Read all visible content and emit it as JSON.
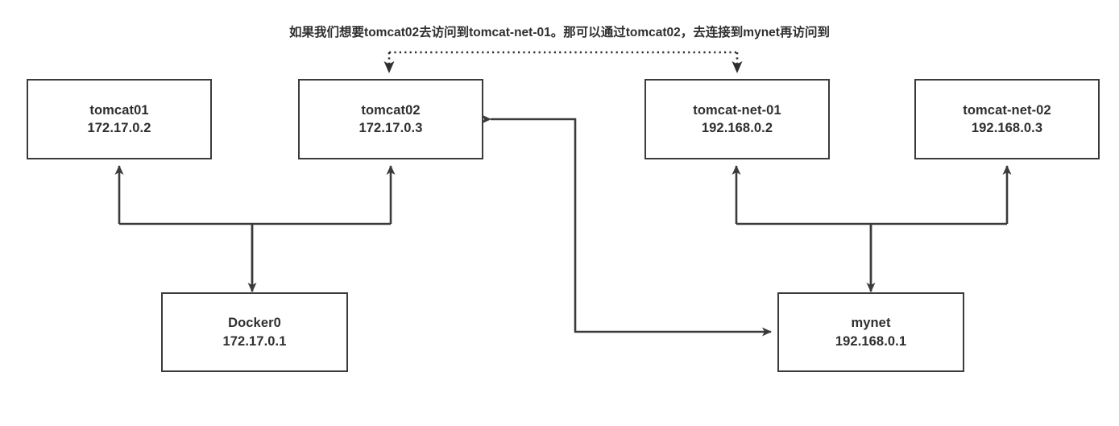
{
  "diagram": {
    "caption": "如果我们想要tomcat02去访问到tomcat-net-01。那可以通过tomcat02，去连接到mynet再访问到",
    "stroke_color": "#3b3b3b",
    "text_color": "#2f2f2f",
    "background_color": "#ffffff",
    "nodes": [
      {
        "id": "tomcat01",
        "name": "tomcat01",
        "ip": "172.17.0.2"
      },
      {
        "id": "tomcat02",
        "name": "tomcat02",
        "ip": "172.17.0.3"
      },
      {
        "id": "tomcat-net-01",
        "name": "tomcat-net-01",
        "ip": "192.168.0.2"
      },
      {
        "id": "tomcat-net-02",
        "name": "tomcat-net-02",
        "ip": "192.168.0.3"
      },
      {
        "id": "docker0",
        "name": "Docker0",
        "ip": "172.17.0.1"
      },
      {
        "id": "mynet",
        "name": "mynet",
        "ip": "192.168.0.1"
      }
    ],
    "connections": [
      {
        "id": "docker0-bus",
        "from": "Docker0",
        "to": [
          "tomcat01",
          "tomcat02"
        ],
        "style": "solid",
        "arrows": "both"
      },
      {
        "id": "mynet-bus",
        "from": "mynet",
        "to": [
          "tomcat-net-01",
          "tomcat-net-02"
        ],
        "style": "solid",
        "arrows": "both"
      },
      {
        "id": "mynet-tomcat02",
        "from": "mynet",
        "to": [
          "tomcat02"
        ],
        "style": "solid",
        "arrows": "both"
      },
      {
        "id": "annotation-link",
        "from": "tomcat02",
        "to": [
          "tomcat-net-01"
        ],
        "style": "dotted",
        "arrows": "both-down"
      }
    ]
  }
}
